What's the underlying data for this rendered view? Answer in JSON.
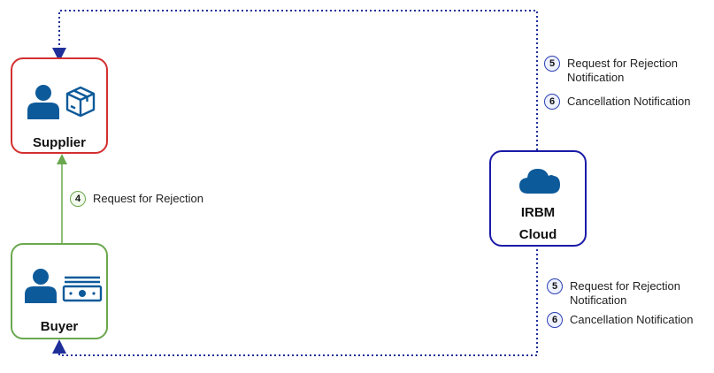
{
  "nodes": {
    "supplier": {
      "label": "Supplier",
      "border_color": "#d32f2f"
    },
    "buyer": {
      "label": "Buyer",
      "border_color": "#6aa84f"
    },
    "irbm": {
      "label_line1": "IRBM",
      "label_line2": "Cloud",
      "border_color": "#1a1aa8"
    }
  },
  "steps": {
    "buyer_to_supplier": {
      "number": "4",
      "text": "Request for Rejection"
    },
    "irbm_to_supplier": [
      {
        "number": "5",
        "line1": "Request for Rejection",
        "line2": "Notification"
      },
      {
        "number": "6",
        "line1": "Cancellation Notification",
        "line2": ""
      }
    ],
    "irbm_to_buyer": [
      {
        "number": "5",
        "line1": "Request for Rejection",
        "line2": "Notification"
      },
      {
        "number": "6",
        "line1": "Cancellation Notification",
        "line2": ""
      }
    ]
  },
  "colors": {
    "icon_blue": "#0d5a9a",
    "dotted_line": "#1f2f9a",
    "solid_line": "#6aa84f"
  },
  "icons": {
    "supplier": [
      "person-icon",
      "box-icon"
    ],
    "buyer": [
      "person-icon",
      "cash-icon"
    ],
    "irbm": [
      "cloud-icon"
    ]
  }
}
